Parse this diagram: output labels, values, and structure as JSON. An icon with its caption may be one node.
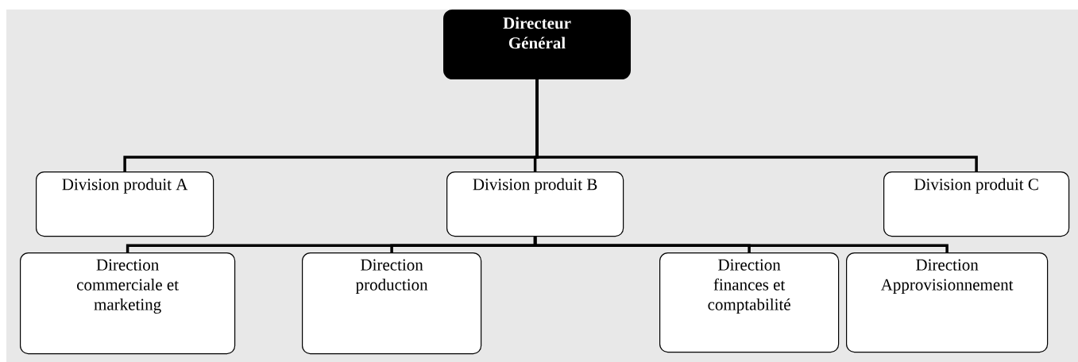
{
  "diagram": {
    "nodes": [
      {
        "text": [
          "Directeur Général"
        ]
      },
      {
        "text": [
          "Division produit A"
        ]
      },
      {
        "text": [
          "Division produit B"
        ]
      },
      {
        "text": [
          "Division produit C"
        ]
      },
      {
        "text": [
          "Direction commerciale et marketing"
        ]
      },
      {
        "text": [
          "Direction production"
        ]
      },
      {
        "text": [
          "Direction finances et comptabilité"
        ]
      },
      {
        "text": [
          "Direction Approvisionnement"
        ]
      }
    ],
    "edges": [
      {
        "from": 0,
        "to": 1,
        "arrow": "none"
      },
      {
        "from": 0,
        "to": 2,
        "arrow": "none"
      },
      {
        "from": 0,
        "to": 3,
        "arrow": "none"
      },
      {
        "from": 2,
        "to": 4,
        "arrow": "none"
      },
      {
        "from": 2,
        "to": 5,
        "arrow": "none"
      },
      {
        "from": 2,
        "to": 6,
        "arrow": "none"
      },
      {
        "from": 2,
        "to": 7,
        "arrow": "none"
      }
    ]
  }
}
